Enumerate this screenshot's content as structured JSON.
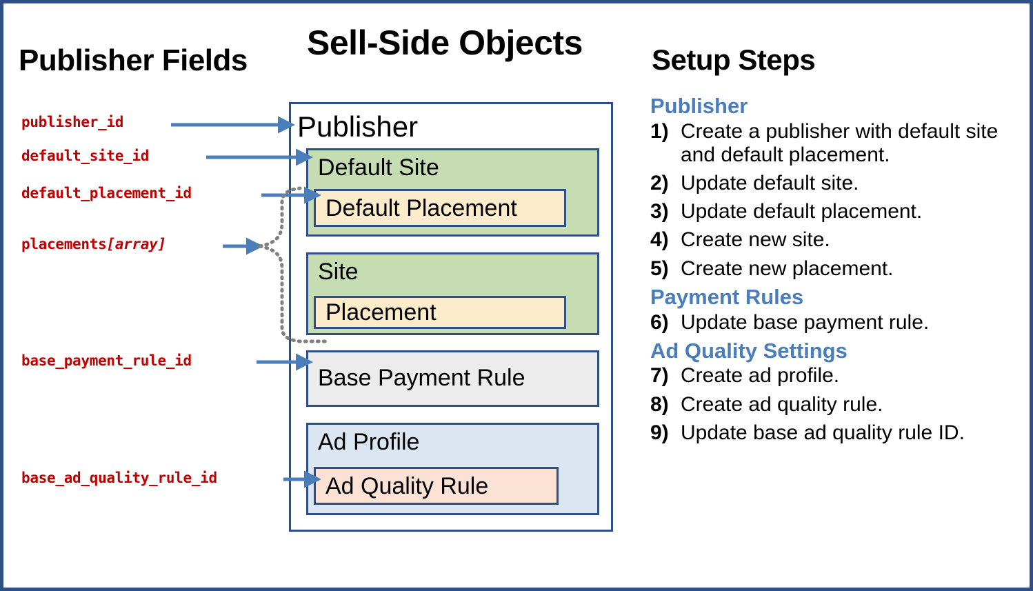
{
  "titles": {
    "left_column": "Publisher Fields",
    "center_column": "Sell-Side Objects",
    "right_column": "Setup Steps"
  },
  "colors": {
    "page_border": "#2e5087",
    "field_label": "#c00000",
    "box_border": "#2e5087",
    "arrow": "#4a7ebb",
    "dotted_connector": "#808080",
    "group_heading": "#4a7ebb",
    "site_fill": "#c6ddb4",
    "placement_fill": "#fdeccb",
    "payment_rule_fill": "#ececec",
    "ad_profile_fill": "#dce6f2",
    "ad_quality_rule_fill": "#fbe2d5"
  },
  "publisher_fields": [
    {
      "name": "publisher_id",
      "suffix": ""
    },
    {
      "name": "default_site_id",
      "suffix": ""
    },
    {
      "name": "default_placement_id",
      "suffix": ""
    },
    {
      "name": "placements",
      "suffix": "[array]"
    },
    {
      "name": "base_payment_rule_id",
      "suffix": ""
    },
    {
      "name": "base_ad_quality_rule_id",
      "suffix": ""
    }
  ],
  "sell_side_objects": {
    "root": "Publisher",
    "boxes": [
      {
        "id": "default-site",
        "label": "Default Site"
      },
      {
        "id": "default-placement",
        "label": "Default Placement"
      },
      {
        "id": "site",
        "label": "Site"
      },
      {
        "id": "placement",
        "label": "Placement"
      },
      {
        "id": "base-payment-rule",
        "label": "Base Payment Rule"
      },
      {
        "id": "ad-profile",
        "label": "Ad Profile"
      },
      {
        "id": "ad-quality-rule",
        "label": "Ad Quality Rule"
      }
    ]
  },
  "setup_steps": {
    "groups": [
      {
        "heading": "Publisher",
        "steps": [
          {
            "num": "1)",
            "text": "Create a publisher with default site and default placement."
          },
          {
            "num": "2)",
            "text": "Update default site."
          },
          {
            "num": "3)",
            "text": "Update default placement."
          },
          {
            "num": "4)",
            "text": "Create new site."
          },
          {
            "num": "5)",
            "text": "Create new placement."
          }
        ]
      },
      {
        "heading": "Payment Rules",
        "steps": [
          {
            "num": "6)",
            "text": "Update base payment rule."
          }
        ]
      },
      {
        "heading": "Ad Quality Settings",
        "steps": [
          {
            "num": "7)",
            "text": "Create ad profile."
          },
          {
            "num": "8)",
            "text": "Create ad quality rule."
          },
          {
            "num": "9)",
            "text": "Update base ad quality rule ID."
          }
        ]
      }
    ]
  }
}
